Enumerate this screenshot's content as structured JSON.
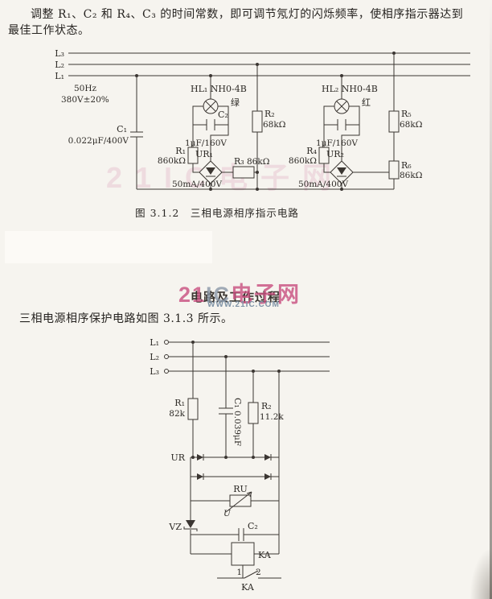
{
  "colors": {
    "ink": "#3b3632",
    "paper": "#f6f4ef",
    "watermark_pink": "#c94f7f",
    "watermark_gray": "#8b98a8"
  },
  "page": {
    "para1_line1": "调整 R₁、C₂ 和 R₄、C₃ 的时间常数，即可调节氖灯的闪烁频率，使相序指示器达到",
    "para1_line2": "最佳工作状态。",
    "section_heading": "电路及工作过程",
    "para2": "三相电源相序保护电路如图 3.1.3 所示。"
  },
  "watermark": {
    "part1": "21",
    "part2": "IC",
    "part3": "电子网",
    "url": "WWW.21IC.COM",
    "faint": "21IC电子网"
  },
  "fig1": {
    "caption": "图 3.1.2　三相电源相序指示电路",
    "l3": "L₃",
    "l2": "L₂",
    "l1": "L₁",
    "freq": "50Hz",
    "voltage": "380V±20%",
    "c1": "C₁",
    "c1_val": "0.022μF/400V",
    "hl1": "HL₁ NH0-4B",
    "hl1_color": "绿",
    "c2": "C₂",
    "c2_val": "1μF/160V",
    "ur1": "UR₁",
    "r1": "R₁",
    "r1_val": "860kΩ",
    "r2": "R₂",
    "r2_val": "68kΩ",
    "r3": "R₃",
    "r3_val": "86kΩ",
    "bridge1_val": "50mA/400V",
    "hl2": "HL₂ NH0-4B",
    "hl2_color": "红",
    "c3_val": "1μF/160V",
    "ur2": "UR₂",
    "r4": "R₄",
    "r4_val": "860kΩ",
    "r5": "R₅",
    "r5_val": "68kΩ",
    "r6": "R₆",
    "r6_val": "86kΩ",
    "bridge2_val": "50mA/400V"
  },
  "fig2": {
    "l1": "L₁",
    "l2": "L₂",
    "l3": "L₃",
    "r1": "R₁",
    "r1_val": "82k",
    "c1": "C₁",
    "c1_val": "0.039μF",
    "r2": "R₂",
    "r2_val": "11.2k",
    "ur": "UR",
    "ru": "RU",
    "ru_u": "U",
    "vz": "VZ",
    "c2": "C₂",
    "ka": "KA",
    "sw1": "1",
    "sw2": "2",
    "sw_ka": "KA"
  }
}
